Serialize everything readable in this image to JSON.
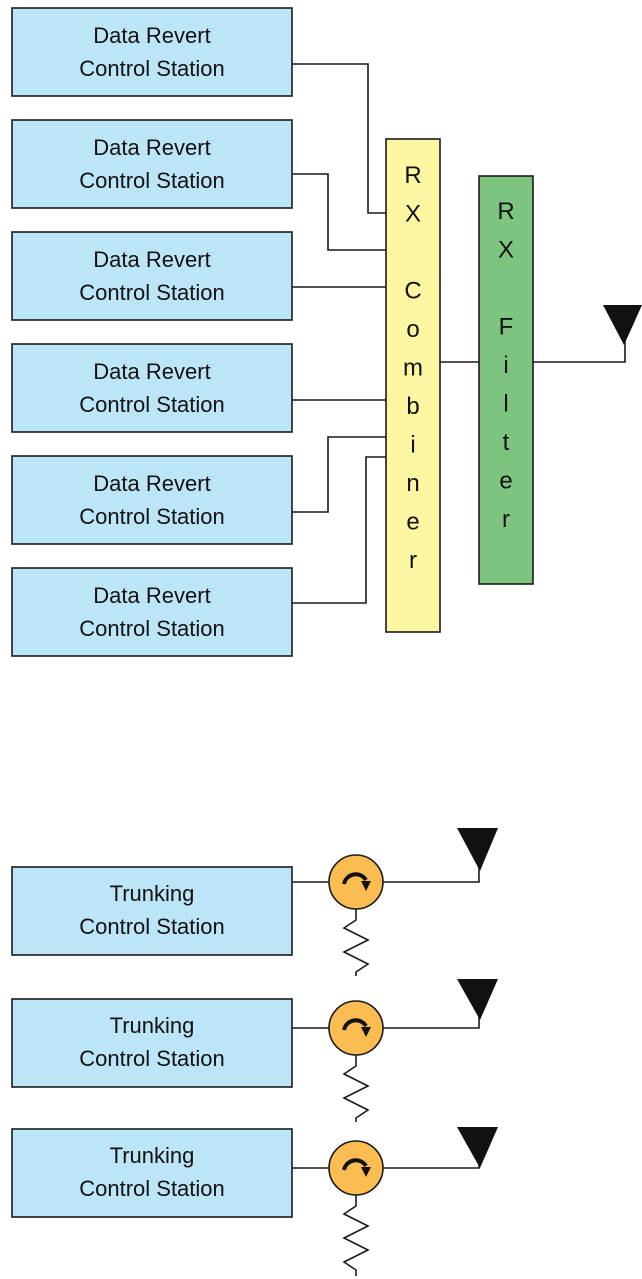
{
  "data_revert": {
    "stations": [
      {
        "line1": "Data Revert",
        "line2": "Control Station"
      },
      {
        "line1": "Data Revert",
        "line2": "Control Station"
      },
      {
        "line1": "Data Revert",
        "line2": "Control Station"
      },
      {
        "line1": "Data Revert",
        "line2": "Control Station"
      },
      {
        "line1": "Data Revert",
        "line2": "Control Station"
      },
      {
        "line1": "Data Revert",
        "line2": "Control Station"
      }
    ],
    "combiner_letters": [
      "R",
      "X",
      "",
      "C",
      "o",
      "m",
      "b",
      "i",
      "n",
      "e",
      "r"
    ],
    "filter_letters": [
      "R",
      "X",
      "",
      "F",
      "i",
      "l",
      "t",
      "e",
      "r"
    ]
  },
  "trunking": {
    "stations": [
      {
        "line1": "Trunking",
        "line2": "Control Station"
      },
      {
        "line1": "Trunking",
        "line2": "Control Station"
      },
      {
        "line1": "Trunking",
        "line2": "Control Station"
      }
    ]
  },
  "colors": {
    "station_fill": "#bde5f8",
    "combiner_fill": "#fdf6a3",
    "filter_fill": "#7dc57f",
    "circulator_fill": "#fbbd52"
  },
  "icons": {
    "antenna": "antenna-icon",
    "circulator": "circulator-icon",
    "load": "resistor-load-icon"
  }
}
